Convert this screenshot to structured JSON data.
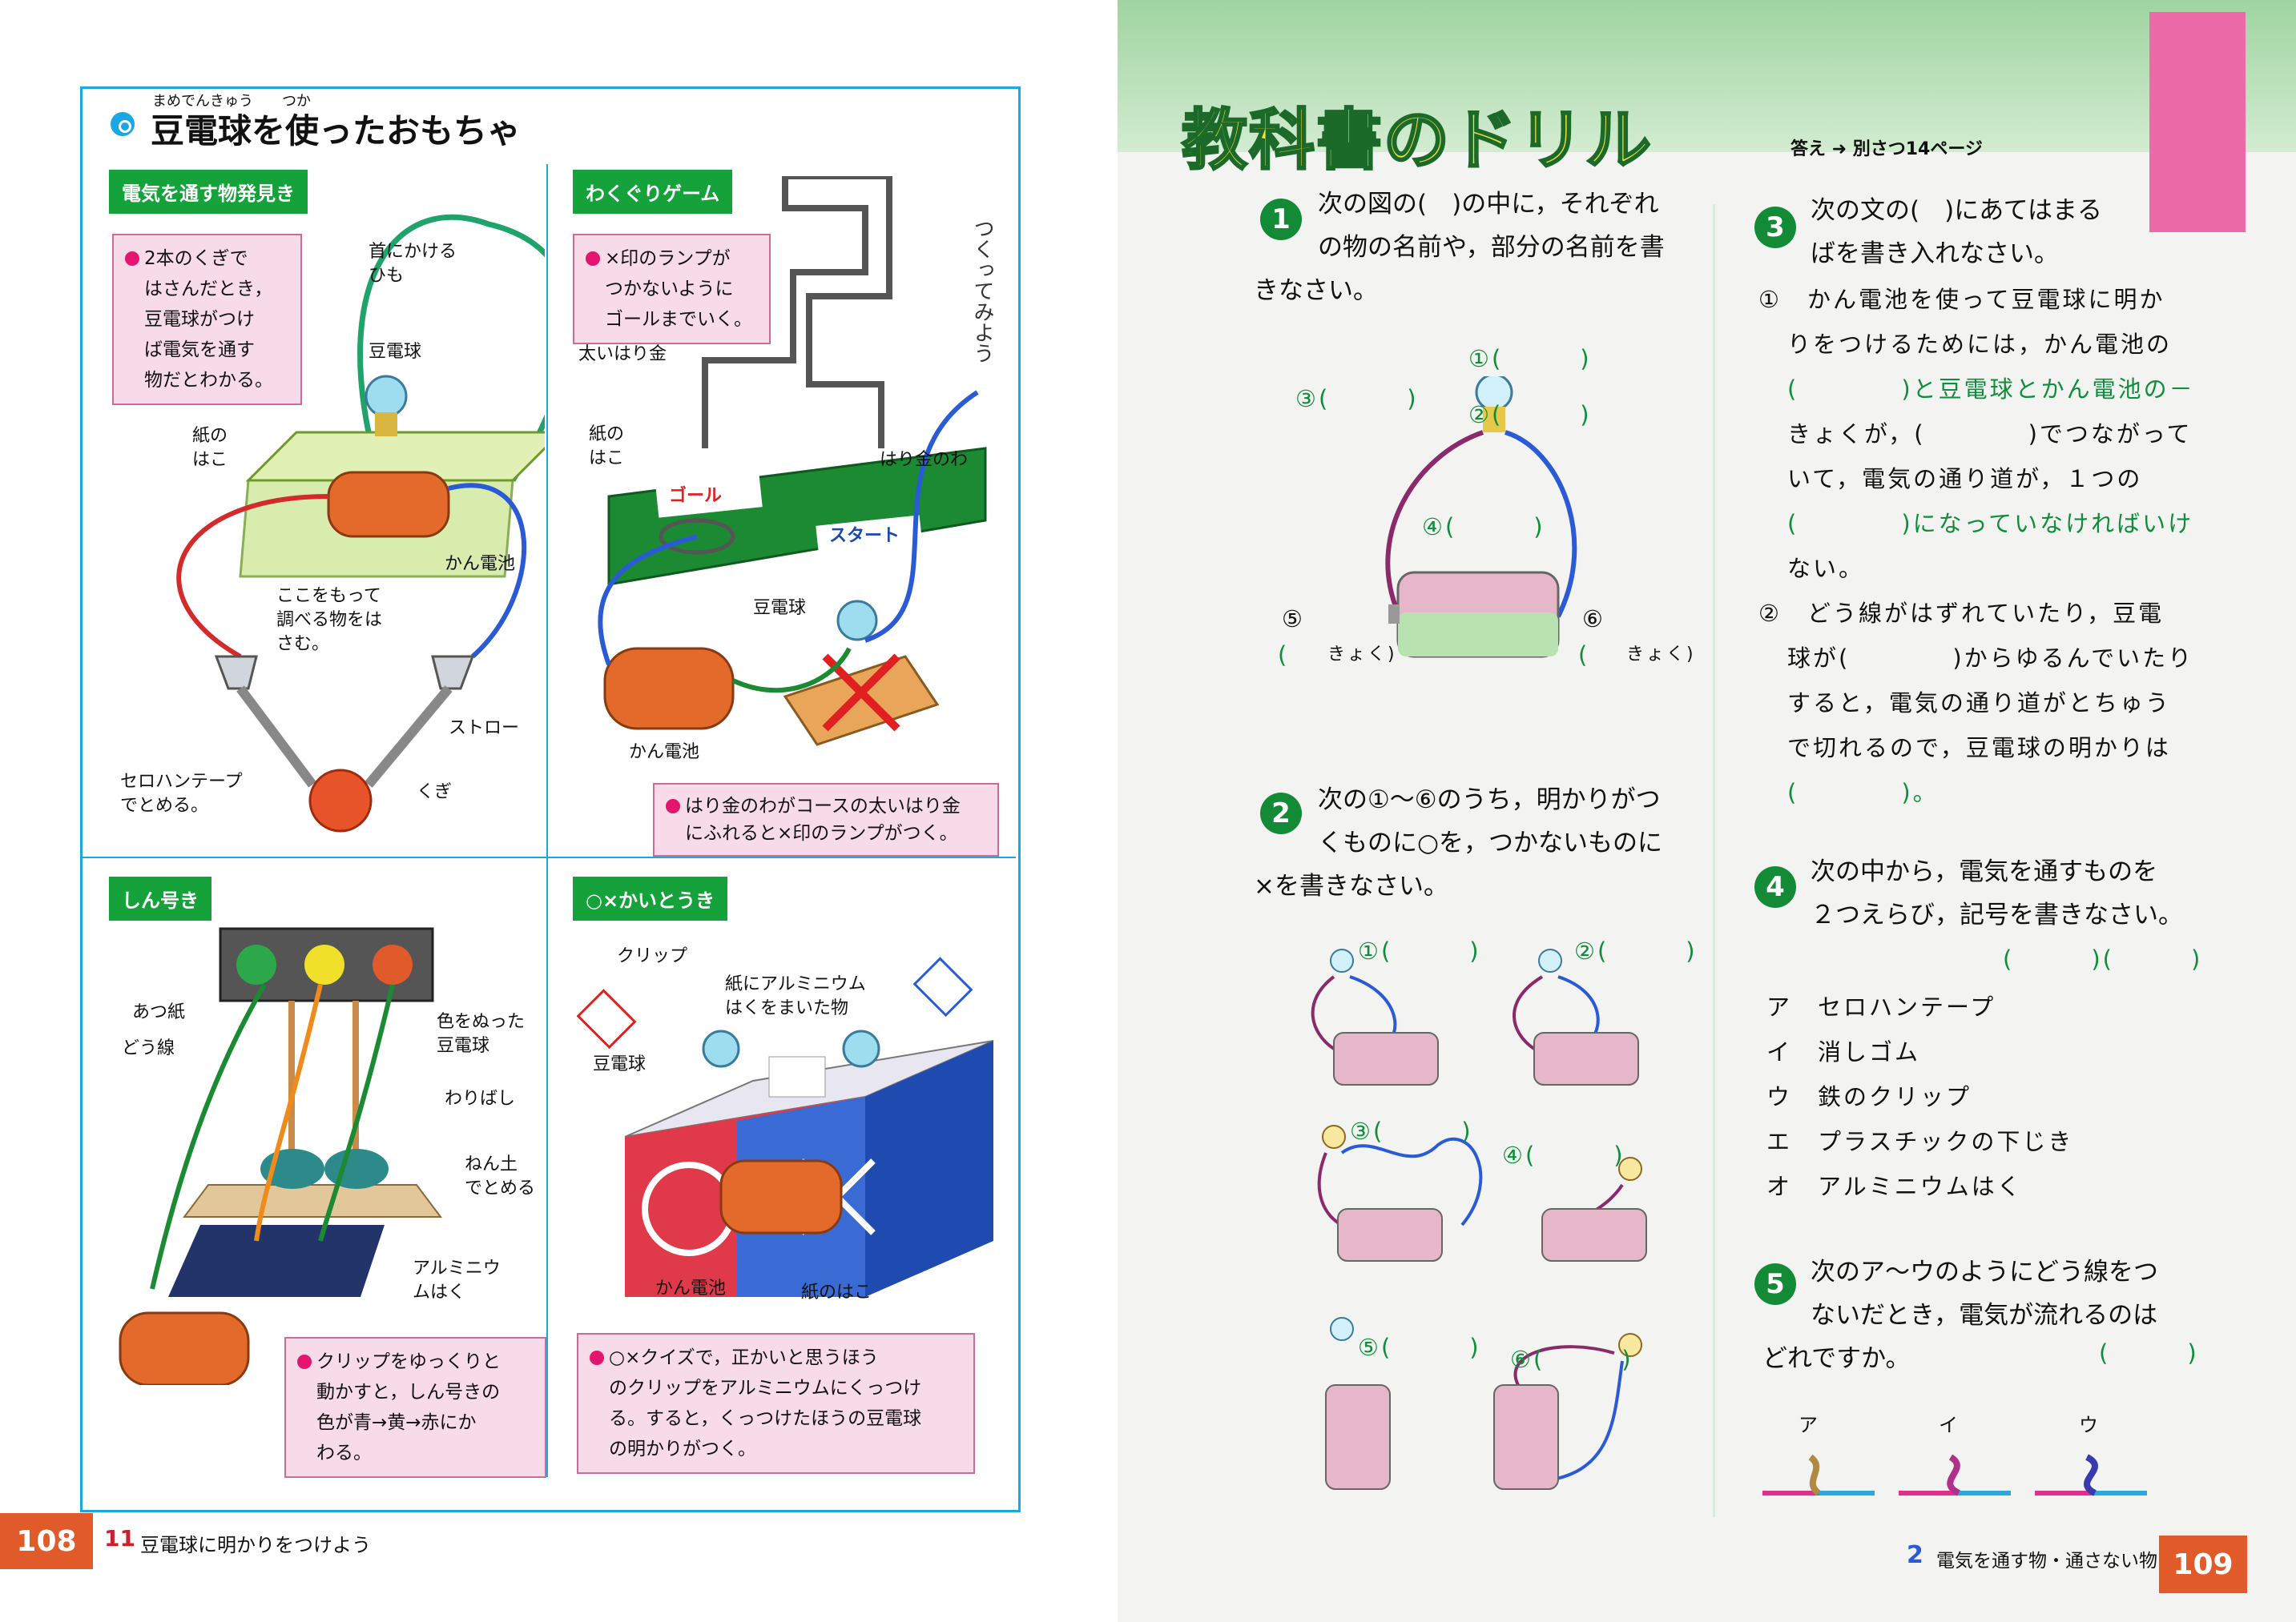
{
  "left": {
    "title": "豆電球を使ったおもちゃ",
    "title_ruby": "まめでんきゅう　　つか",
    "s1": {
      "tag": "電気を通す物発見き",
      "box": [
        "2本のくぎで",
        "はさんだとき，",
        "豆電球がつけ",
        "ば電気を通す",
        "物だとわかる。"
      ],
      "labels": {
        "string": "首にかける\nひも",
        "bulb": "豆電球",
        "box": "紙の\nはこ",
        "battery": "かん電池",
        "hold": "ここをもって\n調べる物をは\nさむ。",
        "straw": "ストロー",
        "tape": "セロハンテープ\nでとめる。",
        "nail": "くぎ"
      }
    },
    "s2": {
      "tag": "わくぐりゲーム",
      "box": [
        "×印のランプが",
        "つかないように",
        "ゴールまでいく。"
      ],
      "note": "つくってみよう",
      "labels": {
        "wire": "太いはり金",
        "box": "紙の\nはこ",
        "ring": "はり金のわ",
        "goal": "ゴール",
        "start": "スタート",
        "bulb": "豆電球",
        "battery": "かん電池"
      },
      "box2": [
        "はり金のわがコースの太いはり金",
        "にふれると×印のランプがつく。"
      ]
    },
    "s3": {
      "tag": "しん号き",
      "labels": {
        "paper": "あつ紙",
        "wire": "どう線",
        "bulb": "色をぬった\n豆電球",
        "chop": "わりばし",
        "clay": "ねん土\nでとめる",
        "foil": "アルミニウ\nムはく"
      },
      "box": [
        "クリップをゆっくりと",
        "動かすと，しん号きの",
        "色が青→黄→赤にか",
        "わる。"
      ]
    },
    "s4": {
      "tag": "○×かいとうき",
      "labels": {
        "clip": "クリップ",
        "foil": "紙にアルミニウム\nはくをまいた物",
        "bulb": "豆電球",
        "battery": "かん電池",
        "box": "紙のはこ"
      },
      "box": [
        "○×クイズで，正かいと思うほう",
        "のクリップをアルミニウムにくっつけ",
        "る。すると，くっつけたほうの豆電球",
        "の明かりがつく。"
      ]
    },
    "page_number": "108",
    "chapter_number": "11",
    "chapter_title": "豆電球に明かりをつけよう"
  },
  "right": {
    "title": "教科書のドリル",
    "answer_ref": "答え ➜ 別さつ14ページ",
    "q1": {
      "num": "1",
      "text": [
        "次の図の(　)の中に，それぞれ",
        "の物の名前や，部分の名前を書",
        "きなさい。"
      ],
      "labels": [
        "①(　　　)",
        "②(　　　)",
        "③(　　　)",
        "④(　　　)",
        "⑤",
        "(　　　　",
        "きょく)",
        "⑥",
        "(　　　　",
        "きょく)"
      ]
    },
    "q2": {
      "num": "2",
      "text": [
        "次の①～⑥のうち，明かりがつ",
        "くものに○を，つかないものに",
        "×を書きなさい。"
      ],
      "labels": [
        "①(　　　)",
        "②(　　　)",
        "③(　　　)",
        "④(　　　)",
        "⑤(　　　)",
        "⑥(　　　)"
      ]
    },
    "q3": {
      "num": "3",
      "text": [
        "次の文の(　)にあてはまる",
        "ばを書き入れなさい。"
      ],
      "lines": [
        "①　かん電池を使って豆電球に明か",
        "りをつけるためには，かん電池の",
        "(　　　　)と豆電球とかん電池の－",
        "きょくが，(　　　　)でつながって",
        "いて，電気の通り道が，１つの",
        "(　　　　)になっていなければいけ",
        "ない。",
        "②　どう線がはずれていたり，豆電",
        "球が(　　　　)からゆるんでいたり",
        "すると，電気の通り道がとちゅう",
        "で切れるので，豆電球の明かりは",
        "(　　　　)。"
      ]
    },
    "q4": {
      "num": "4",
      "text": [
        "次の中から，電気を通すものを",
        "２つえらび，記号を書きなさい。"
      ],
      "answer": "(　　　)(　　　)",
      "options": [
        "ア　セロハンテープ",
        "イ　消しゴム",
        "ウ　鉄のクリップ",
        "エ　プラスチックの下じき",
        "オ　アルミニウムはく"
      ]
    },
    "q5": {
      "num": "5",
      "text": [
        "次のア～ウのようにどう線をつ",
        "ないだとき，電気が流れるのは",
        "どれですか。"
      ],
      "answer": "(　　　)",
      "labels": [
        "ア",
        "イ",
        "ウ"
      ]
    },
    "footer_num": "2",
    "footer_text": "電気を通す物・通さない物",
    "page_number": "109"
  }
}
